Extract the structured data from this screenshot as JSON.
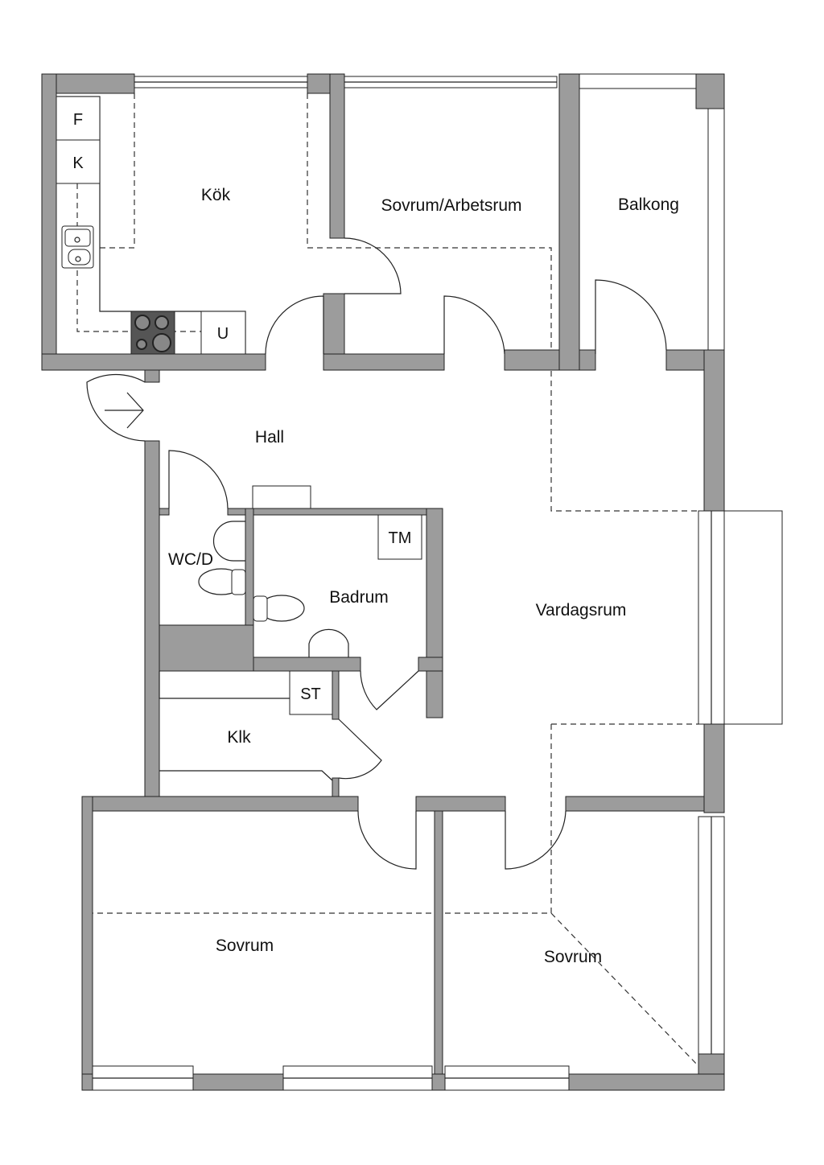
{
  "plan": {
    "rooms": {
      "kitchen": "Kök",
      "bedroom_office": "Sovrum/Arbetsrum",
      "balcony": "Balkong",
      "hall": "Hall",
      "wc": "WC/D",
      "bathroom": "Badrum",
      "living_room": "Vardagsrum",
      "closet": "Klk",
      "bedroom_left": "Sovrum",
      "bedroom_right": "Sovrum"
    },
    "fixtures": {
      "fridge": "F",
      "freezer": "K",
      "oven": "U",
      "washer": "TM",
      "storage": "ST"
    },
    "colors": {
      "wall": "#9c9c9c",
      "line": "#222222"
    }
  }
}
